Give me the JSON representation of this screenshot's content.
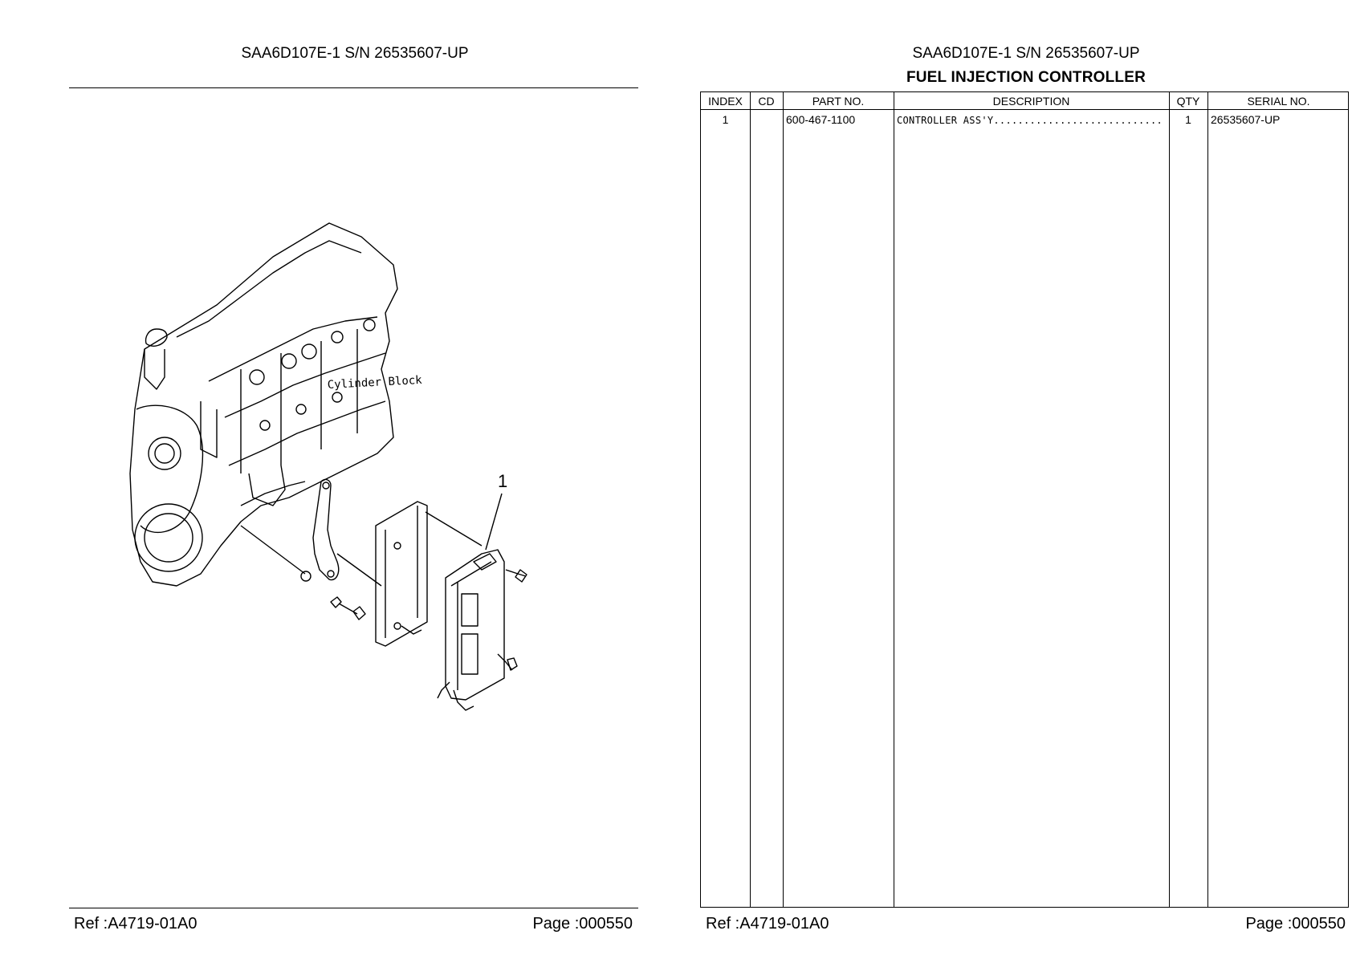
{
  "left_page": {
    "model_title": "SAA6D107E-1 S/N 26535607-UP",
    "callout_index": "1",
    "drawing_label": "Cylinder Block",
    "footer_ref": "Ref :A4719-01A0",
    "footer_page": "Page :000550"
  },
  "right_page": {
    "model_title": "SAA6D107E-1 S/N 26535607-UP",
    "section_title": "FUEL INJECTION CONTROLLER",
    "table": {
      "headers": {
        "index": "INDEX",
        "cd": "CD",
        "part_no": "PART NO.",
        "description": "DESCRIPTION",
        "qty": "QTY",
        "serial_no": "SERIAL NO."
      },
      "rows": [
        {
          "index": "1",
          "cd": "",
          "part_no": "600-467-1100",
          "description": "CONTROLLER ASS'Y............................",
          "qty": "1",
          "serial_no": "26535607-UP"
        }
      ]
    },
    "footer_ref": "Ref :A4719-01A0",
    "footer_page": "Page :000550"
  }
}
